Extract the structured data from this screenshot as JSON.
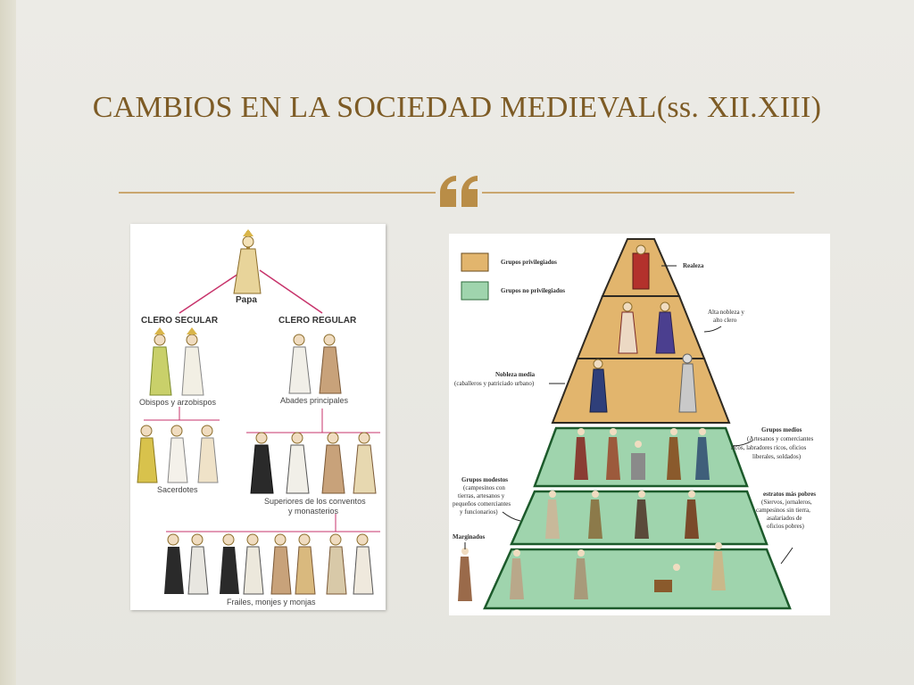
{
  "slide": {
    "title": "CAMBIOS EN LA SOCIEDAD MEDIEVAL(ss. XII.XIII)"
  },
  "colors": {
    "title": "#7d5b25",
    "accent_rule": "#caa66e",
    "privileged": "#e2b56d",
    "non_privileged": "#9fd4ad",
    "tree_line": "#c7336b"
  },
  "clergy_diagram": {
    "root": "Papa",
    "branches": [
      "CLERO SECULAR",
      "CLERO REGULAR"
    ],
    "secular_levels": [
      "Obispos y arzobispos",
      "Sacerdotes"
    ],
    "regular_levels": [
      "Abades principales",
      "Superiores de los conventos",
      "y monasterios"
    ],
    "bottom": "Frailes, monjes y monjas"
  },
  "pyramid": {
    "legend": [
      {
        "label": "Grupos privilegiados",
        "color": "#e2b56d"
      },
      {
        "label": "Grupos no privilegiados",
        "color": "#9fd4ad"
      }
    ],
    "annotations": {
      "realeza": "Realeza",
      "alta_nobleza": [
        "Alta nobleza y",
        "alto clero"
      ],
      "nobleza_media": [
        "Nobleza media",
        "(caballeros y patriciado urbano)"
      ],
      "grupos_medios": [
        "Grupos medios",
        "(Artesanos y comerciantes",
        "ricos, labradores ricos, oficios",
        "liberales, soldados)"
      ],
      "grupos_modestos": [
        "Grupos modestos",
        "(campesinos con",
        "tierras, artesanos y",
        "pequeños comerciantes",
        "y funcionarios)"
      ],
      "estratos_pobres": [
        "estratos más pobres",
        "(Siervos, jornaleros,",
        "campesinos sin tierra,",
        "asalariados de",
        "oficios pobres)"
      ],
      "marginados": "Marginados"
    }
  }
}
